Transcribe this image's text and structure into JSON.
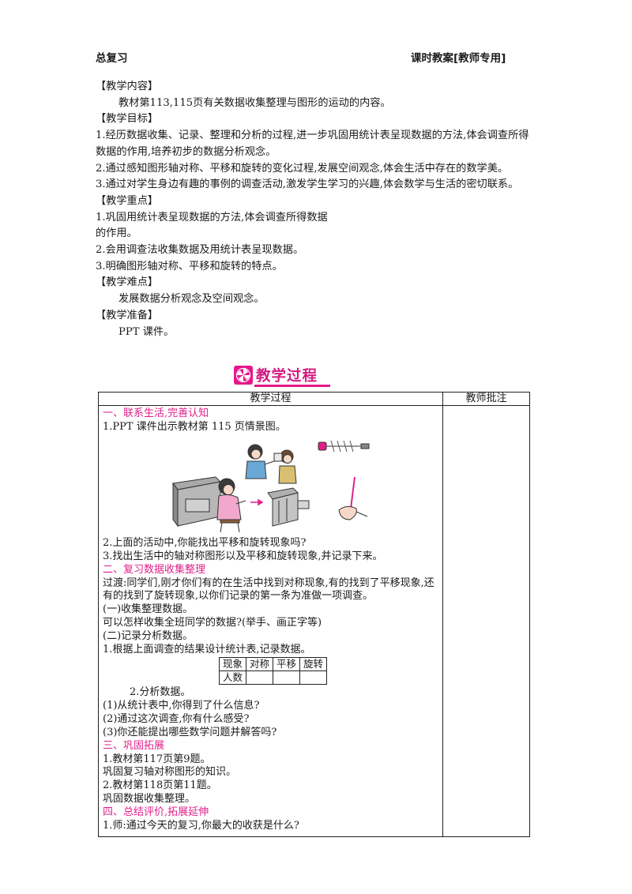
{
  "header": {
    "left": "总复习",
    "right": "课时教案[教师专用]"
  },
  "sections": {
    "content_label": "【教学内容】",
    "content_text": "教材第113,115页有关数据收集整理与图形的运动的内容。",
    "goals_label": "【教学目标】",
    "goals": [
      "1.经历数据收集、记录、整理和分析的过程,进一步巩固用统计表呈现数据的方法,体会调查所得数据的作用,培养初步的数据分析观念。",
      "2.通过感知图形轴对称、平移和旋转的变化过程,发展空间观念,体会生活中存在的数学美。",
      "3.通过对学生身边有趣的事例的调查活动,激发学生学习的兴趣,体会数学与生活的密切联系。"
    ],
    "key_label": "【教学重点】",
    "key_points": [
      "1.巩固用统计表呈现数据的方法,体会调查所得数据",
      "的作用。",
      "2.会用调查法收集数据及用统计表呈现数据。",
      "3.明确图形轴对称、平移和旋转的特点。"
    ],
    "difficulty_label": "【教学难点】",
    "difficulty_text": "发展数据分析观念及空间观念。",
    "prep_label": "【教学准备】",
    "prep_text": "PPT 课件。"
  },
  "banner": {
    "title": "教学过程"
  },
  "process_table": {
    "col_process": "教学过程",
    "col_notes": "教师批注",
    "part1_heading": "一、联系生活,完善认知",
    "part1_lines": [
      "1.PPT 课件出示教材第 115 页情景图。"
    ],
    "part1_after": [
      "2.上面的活动中,你能找出平移和旋转现象吗?",
      "3.找出生活中的轴对称图形以及平移和旋转现象,并记录下来。"
    ],
    "part2_heading": "二、复习数据收集整理",
    "part2_lines": [
      "过渡:同学们,刚才你们有的在生活中找到对称现象,有的找到了平移现象,还有的找到了旋转现象,以你们记录的第一条为准做一项调查。",
      "(一)收集整理数据。",
      "可以怎样收集全班同学的数据?(举手、画正字等)",
      "(二)记录分析数据。",
      "1.根据上面调查的结果设计统计表,记录数据。"
    ],
    "stat_table": {
      "headers": [
        "现象",
        "对称",
        "平移",
        "旋转"
      ],
      "row_label": "人数"
    },
    "part2_after_indent": "2.分析数据。",
    "part2_after": [
      "(1)从统计表中,你得到了什么信息?",
      "(2)通过这次调查,你有什么感受?",
      "(3)你还能提出哪些数学问题并解答吗?"
    ],
    "part3_heading": "三、巩固拓展",
    "part3_lines": [
      "1.教材第117页第9题。",
      "巩固复习轴对称图形的知识。",
      "2.教材第118页第11题。",
      "巩固数据收集整理。"
    ],
    "part4_heading": "四、总结评价,拓展延伸",
    "part4_lines": [
      "1.师:通过今天的复习,你最大的收获是什么?"
    ]
  }
}
